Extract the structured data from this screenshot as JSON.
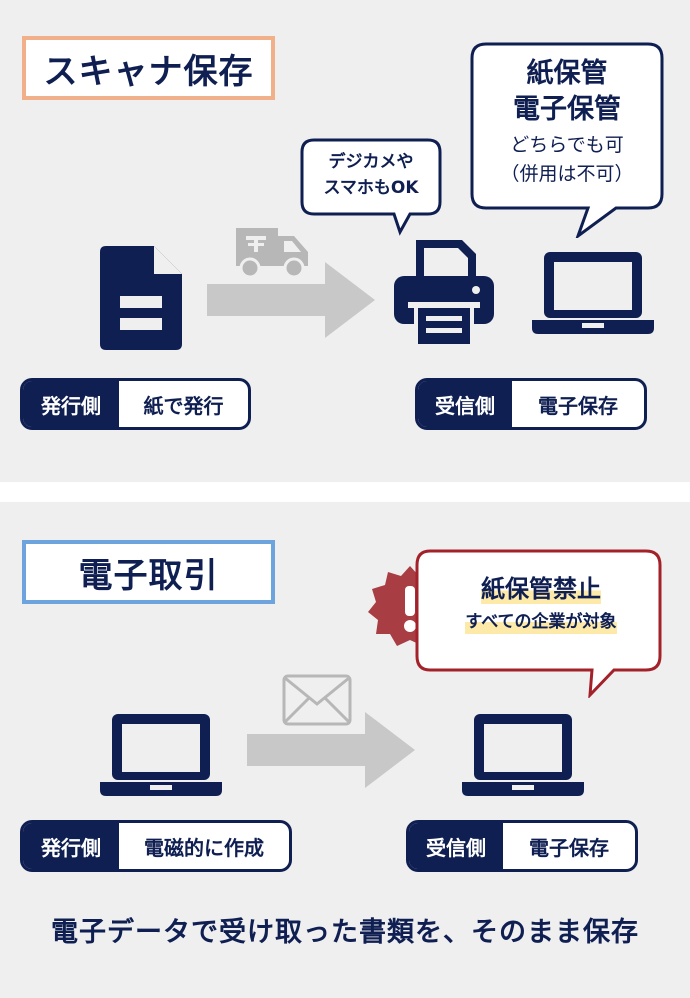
{
  "scanner": {
    "title": "スキャナ保存",
    "device_bubble": {
      "line1": "デジカメや",
      "line2": "スマホもOK"
    },
    "storage_bubble": {
      "line1": "紙保管",
      "line2": "電子保管",
      "line3": "どちらでも可",
      "line4": "（併用は不可）"
    },
    "sender": {
      "label": "発行側",
      "value": "紙で発行"
    },
    "receiver": {
      "label": "受信側",
      "value": "電子保存"
    }
  },
  "ebook": {
    "title": "電子取引",
    "warning_bubble": {
      "line1": "紙保管禁止",
      "line2": "すべての企業が対象"
    },
    "sender": {
      "label": "発行側",
      "value": "電磁的に作成"
    },
    "receiver": {
      "label": "受信側",
      "value": "電子保存"
    }
  },
  "footer": {
    "caption": "電子データで受け取った書類を、そのまま保存"
  },
  "colors": {
    "navy": "#0f1f52",
    "orange": "#f2b08a",
    "blue": "#6ea4dd",
    "red": "#a3222a",
    "gray": "#c8c8c8",
    "highlight": "#fde9a8"
  }
}
